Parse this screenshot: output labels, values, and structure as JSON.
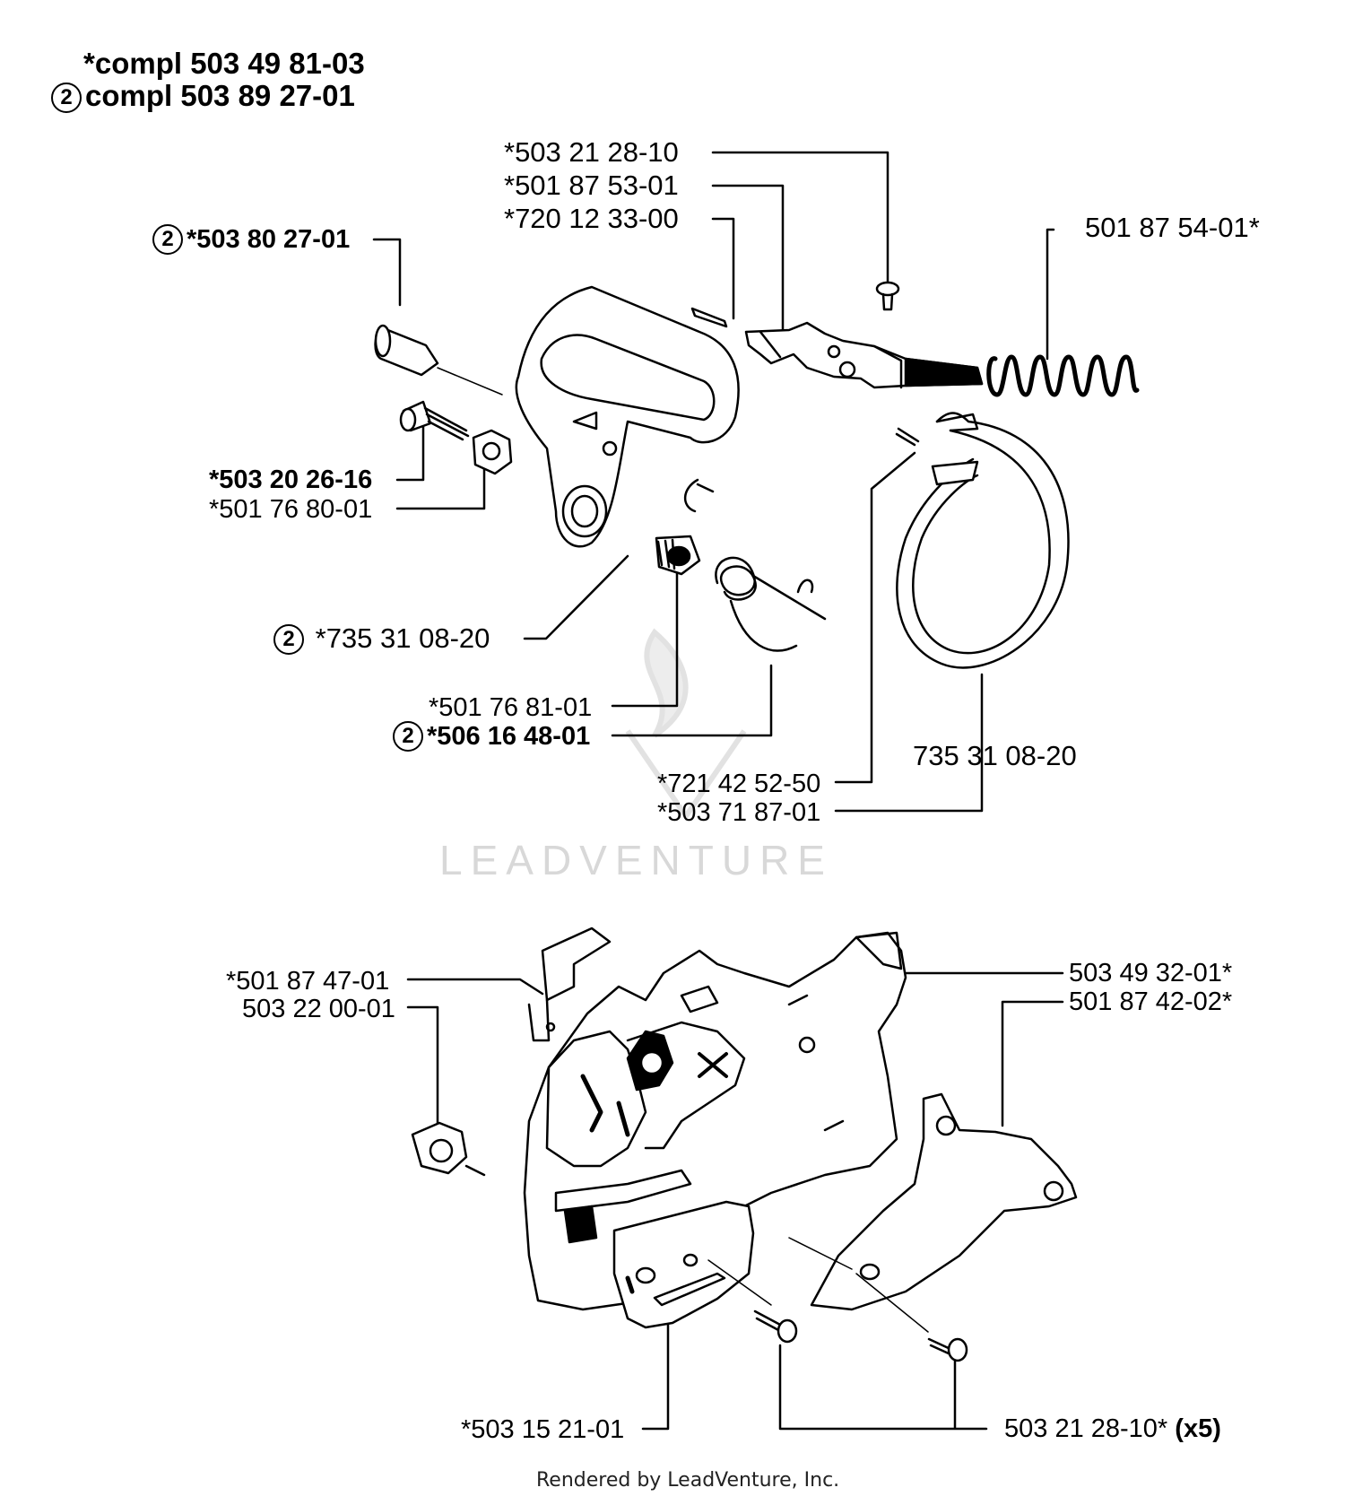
{
  "header": {
    "compl1": "*compl 503 49 81-03",
    "compl2_marker": "2",
    "compl2": "compl 503 89 27-01"
  },
  "labels": {
    "l_50321281": "*503 21 28-10",
    "l_50187531": "*501 87 53-01",
    "l_72012330": "*720 12 33-00",
    "l_50187541": "501 87 54-01*",
    "l_50380271_marker": "2",
    "l_50380271": "*503 80 27-01",
    "l_50320261": "*503 20 26-16",
    "l_50176801": "*501 76 80-01",
    "l_73531082a_marker": "2",
    "l_73531082a": "*735 31 08-20",
    "l_50176811": "*501 76 81-01",
    "l_50616481_marker": "2",
    "l_50616481": "*506 16 48-01",
    "l_72142525": "*721 42 52-50",
    "l_50371871": "*503 71 87-01",
    "l_73531082b": "735 31 08-20",
    "l_50187471": "*501 87 47-01",
    "l_50322001": "503 22 00-01",
    "l_50349321": "503 49 32-01*",
    "l_50187422": "501 87 42-02*",
    "l_50315211": "*503 15 21-01",
    "l_50321282b": "503 21 28-10*",
    "l_x5": "(x5)"
  },
  "watermark": "LEADVENTURE",
  "footer": "Rendered by LeadVenture, Inc."
}
